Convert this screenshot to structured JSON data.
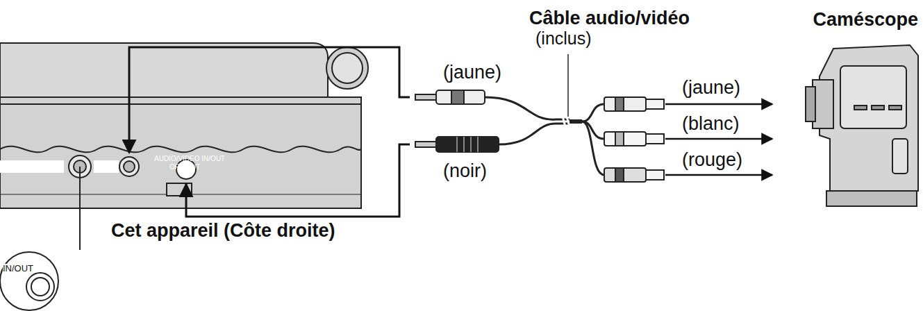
{
  "diagram": {
    "nodes": [
      {
        "text": [
          "Cet appareil (Côte droite)"
        ]
      },
      {
        "text": [
          "Caméscope"
        ]
      }
    ],
    "labels": [
      "AUDIO/VIDEO IN/OUT",
      "OPT OUT",
      "IN/OUT",
      "Câble audio/vidéo",
      "(inclus)",
      "(jaune)",
      "(noir)",
      "(jaune)",
      "(blanc)",
      "(rouge)"
    ]
  }
}
